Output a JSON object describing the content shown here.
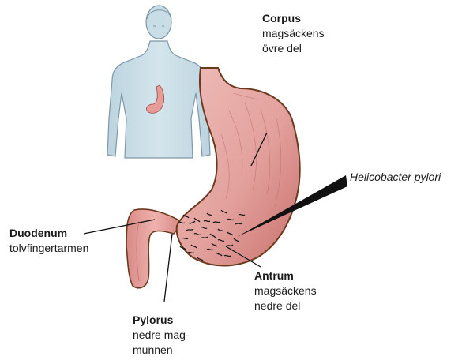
{
  "labels": {
    "corpus": {
      "term": "Corpus",
      "sub1": "magsäckens",
      "sub2": "övre del"
    },
    "helicobacter": {
      "term": "Helicobacter pylori"
    },
    "duodenum": {
      "term": "Duodenum",
      "sub1": "tolvfingertarmen"
    },
    "antrum": {
      "term": "Antrum",
      "sub1": "magsäckens",
      "sub2": "nedre del"
    },
    "pylorus": {
      "term": "Pylorus",
      "sub1": "nedre mag-",
      "sub2": "munnen"
    }
  },
  "colors": {
    "stomach_fill": "#e7a8a4",
    "stomach_outline": "#6b3a1e",
    "body_fill": "#c9dde6",
    "body_outline": "#7d98a6",
    "bacteria": "#1b1b1b"
  }
}
